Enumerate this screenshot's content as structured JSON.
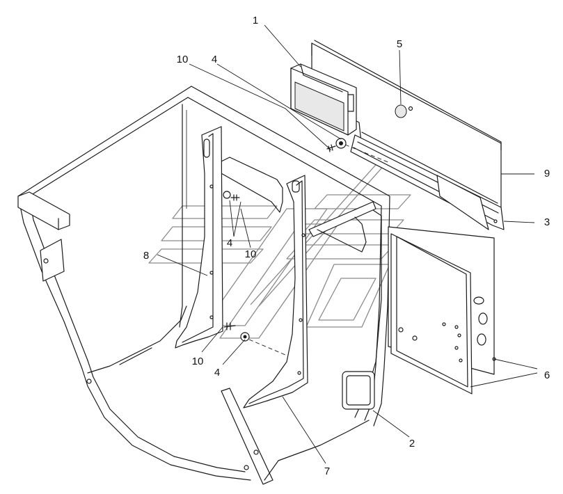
{
  "callouts": [
    {
      "id": "c1",
      "text": "1"
    },
    {
      "id": "c5",
      "text": "5"
    },
    {
      "id": "c10a",
      "text": "10"
    },
    {
      "id": "c4a",
      "text": "4"
    },
    {
      "id": "c9",
      "text": "9"
    },
    {
      "id": "c3",
      "text": "3"
    },
    {
      "id": "c4b",
      "text": "4"
    },
    {
      "id": "c10b",
      "text": "10"
    },
    {
      "id": "c8",
      "text": "8"
    },
    {
      "id": "c10c",
      "text": "10"
    },
    {
      "id": "c4c",
      "text": "4"
    },
    {
      "id": "c6",
      "text": "6"
    },
    {
      "id": "c2",
      "text": "2"
    },
    {
      "id": "c7",
      "text": "7"
    }
  ]
}
